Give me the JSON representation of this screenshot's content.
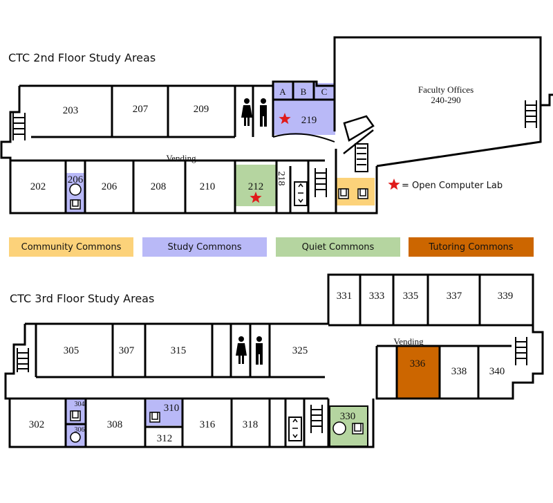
{
  "floor2": {
    "title": "CTC 2nd Floor Study Areas",
    "faculty_offices_line1": "Faculty Offices",
    "faculty_offices_line2": "240-290",
    "vending": "Vending",
    "rooms": {
      "r203": "203",
      "r207": "207",
      "r209": "209",
      "rA": "A",
      "rB": "B",
      "rC": "C",
      "r219": "219",
      "r202": "202",
      "r206a": "206",
      "r206b": "206",
      "r208": "208",
      "r210": "210",
      "r212": "212",
      "r218": "218"
    },
    "lab_key": "= Open Computer Lab"
  },
  "legend": {
    "community": "Community Commons",
    "study": "Study Commons",
    "quiet": "Quiet Commons",
    "tutoring": "Tutoring Commons"
  },
  "floor3": {
    "title": "CTC 3rd Floor Study Areas",
    "vending": "Vending",
    "rooms": {
      "r331": "331",
      "r333": "333",
      "r335": "335",
      "r337": "337",
      "r339": "339",
      "r305": "305",
      "r307": "307",
      "r315": "315",
      "r325": "325",
      "r336": "336",
      "r338": "338",
      "r340": "340",
      "r302": "302",
      "r304": "304",
      "r306": "306",
      "r308": "308",
      "r310": "310",
      "r312": "312",
      "r316": "316",
      "r318": "318",
      "r330": "330"
    }
  },
  "colors": {
    "community": "#fcd27a",
    "study": "#b9b9f7",
    "quiet": "#b5d5a0",
    "tutoring": "#cc6600",
    "star": "#e01b1b",
    "wall": "#000000"
  }
}
